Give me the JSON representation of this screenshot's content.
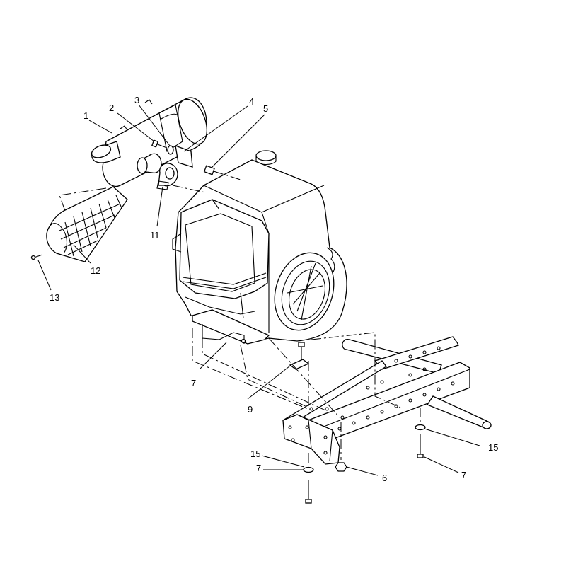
{
  "callouts": [
    {
      "id": "c1",
      "text": "1"
    },
    {
      "id": "c2",
      "text": "2"
    },
    {
      "id": "c3",
      "text": "3"
    },
    {
      "id": "c4",
      "text": "4"
    },
    {
      "id": "c5",
      "text": "5"
    },
    {
      "id": "c11",
      "text": "11"
    },
    {
      "id": "c12",
      "text": "12"
    },
    {
      "id": "c13",
      "text": "13"
    },
    {
      "id": "c7a",
      "text": "7"
    },
    {
      "id": "c9",
      "text": "9"
    },
    {
      "id": "c15a",
      "text": "15"
    },
    {
      "id": "c15b",
      "text": "15"
    },
    {
      "id": "c7b",
      "text": "7"
    },
    {
      "id": "c6",
      "text": "6"
    },
    {
      "id": "c7c",
      "text": "7"
    }
  ],
  "colors": {
    "line": "#000000",
    "background": "#ffffff"
  }
}
